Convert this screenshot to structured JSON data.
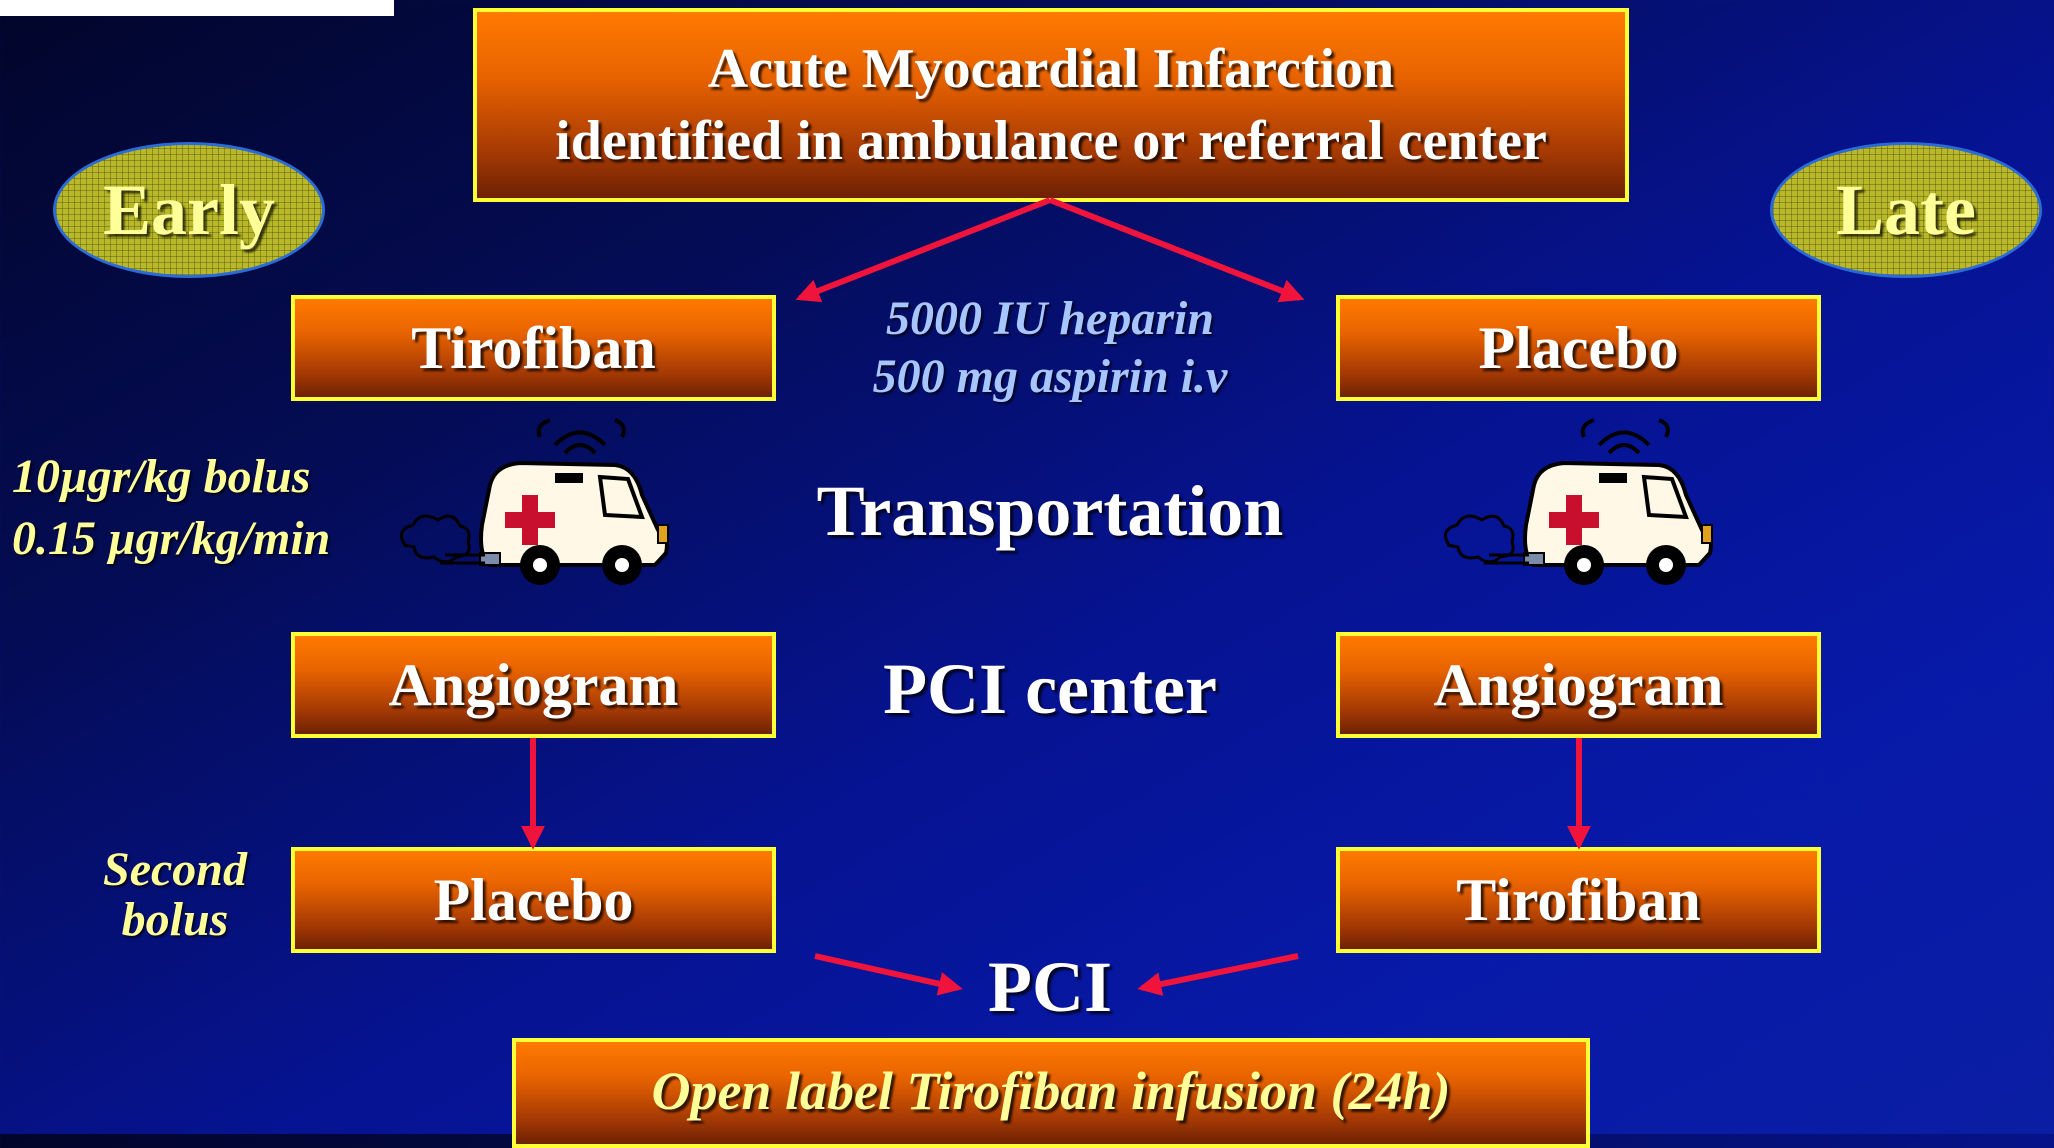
{
  "header": {
    "line1": "Acute Myocardial Infarction",
    "line2": "identified in ambulance or referral center"
  },
  "ovals": {
    "left": "Early",
    "right": "Late"
  },
  "left_arm": {
    "drug": "Tirofiban",
    "angiogram": "Angiogram",
    "second": "Placebo"
  },
  "right_arm": {
    "drug": "Placebo",
    "angiogram": "Angiogram",
    "second": "Tirofiban"
  },
  "premed": {
    "line1": "5000 IU heparin",
    "line2": "500 mg aspirin i.v"
  },
  "dosing": {
    "line1": "10µgr/kg bolus",
    "line2": "0.15  µgr/kg/min"
  },
  "second_bolus": {
    "line1": "Second",
    "line2": "bolus"
  },
  "center": {
    "transport": "Transportation",
    "pci_center": "PCI center",
    "pci": "PCI"
  },
  "footer": {
    "infusion": "Open label Tirofiban infusion (24h)"
  },
  "icons": {
    "ambulance": "ambulance-icon",
    "arrow": "arrow-icon"
  },
  "colors": {
    "box_border": "#ffff33",
    "box_top": "#ff7a00",
    "box_bottom": "#6e2103",
    "arrow": "#f0143c",
    "note_blue": "#a7c6ff",
    "note_yellow": "#ffff99"
  }
}
